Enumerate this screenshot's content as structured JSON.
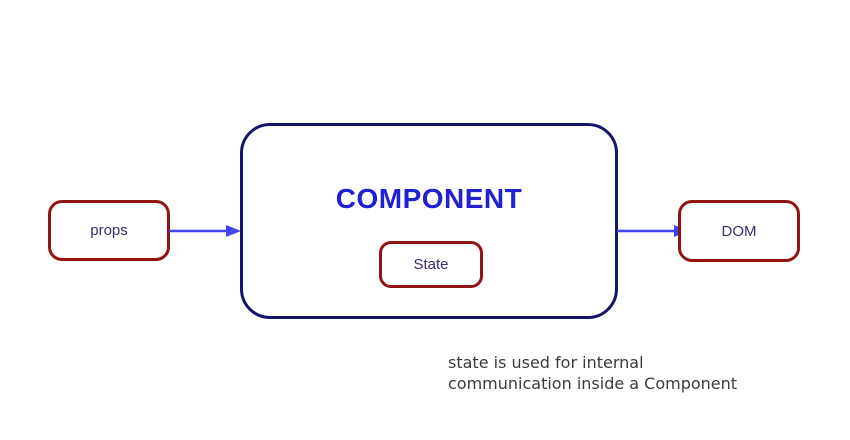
{
  "diagram": {
    "nodes": {
      "props": {
        "label": "props"
      },
      "component": {
        "label": "COMPONENT"
      },
      "state": {
        "label": "State"
      },
      "dom": {
        "label": "DOM"
      }
    },
    "arrows": [
      {
        "name": "props-to-component",
        "direction": "right"
      },
      {
        "name": "component-to-dom",
        "direction": "right"
      }
    ],
    "caption": {
      "line1": "state is used for internal",
      "line2": "communication inside a Component"
    }
  },
  "colors": {
    "background": "#ffffff",
    "box-red": "#901414",
    "box-navy": "#15156b",
    "component-title": "#2121cf",
    "node-label": "#3e2a6e",
    "arrow": "#4444ee",
    "caption": "#3b3b3b"
  }
}
